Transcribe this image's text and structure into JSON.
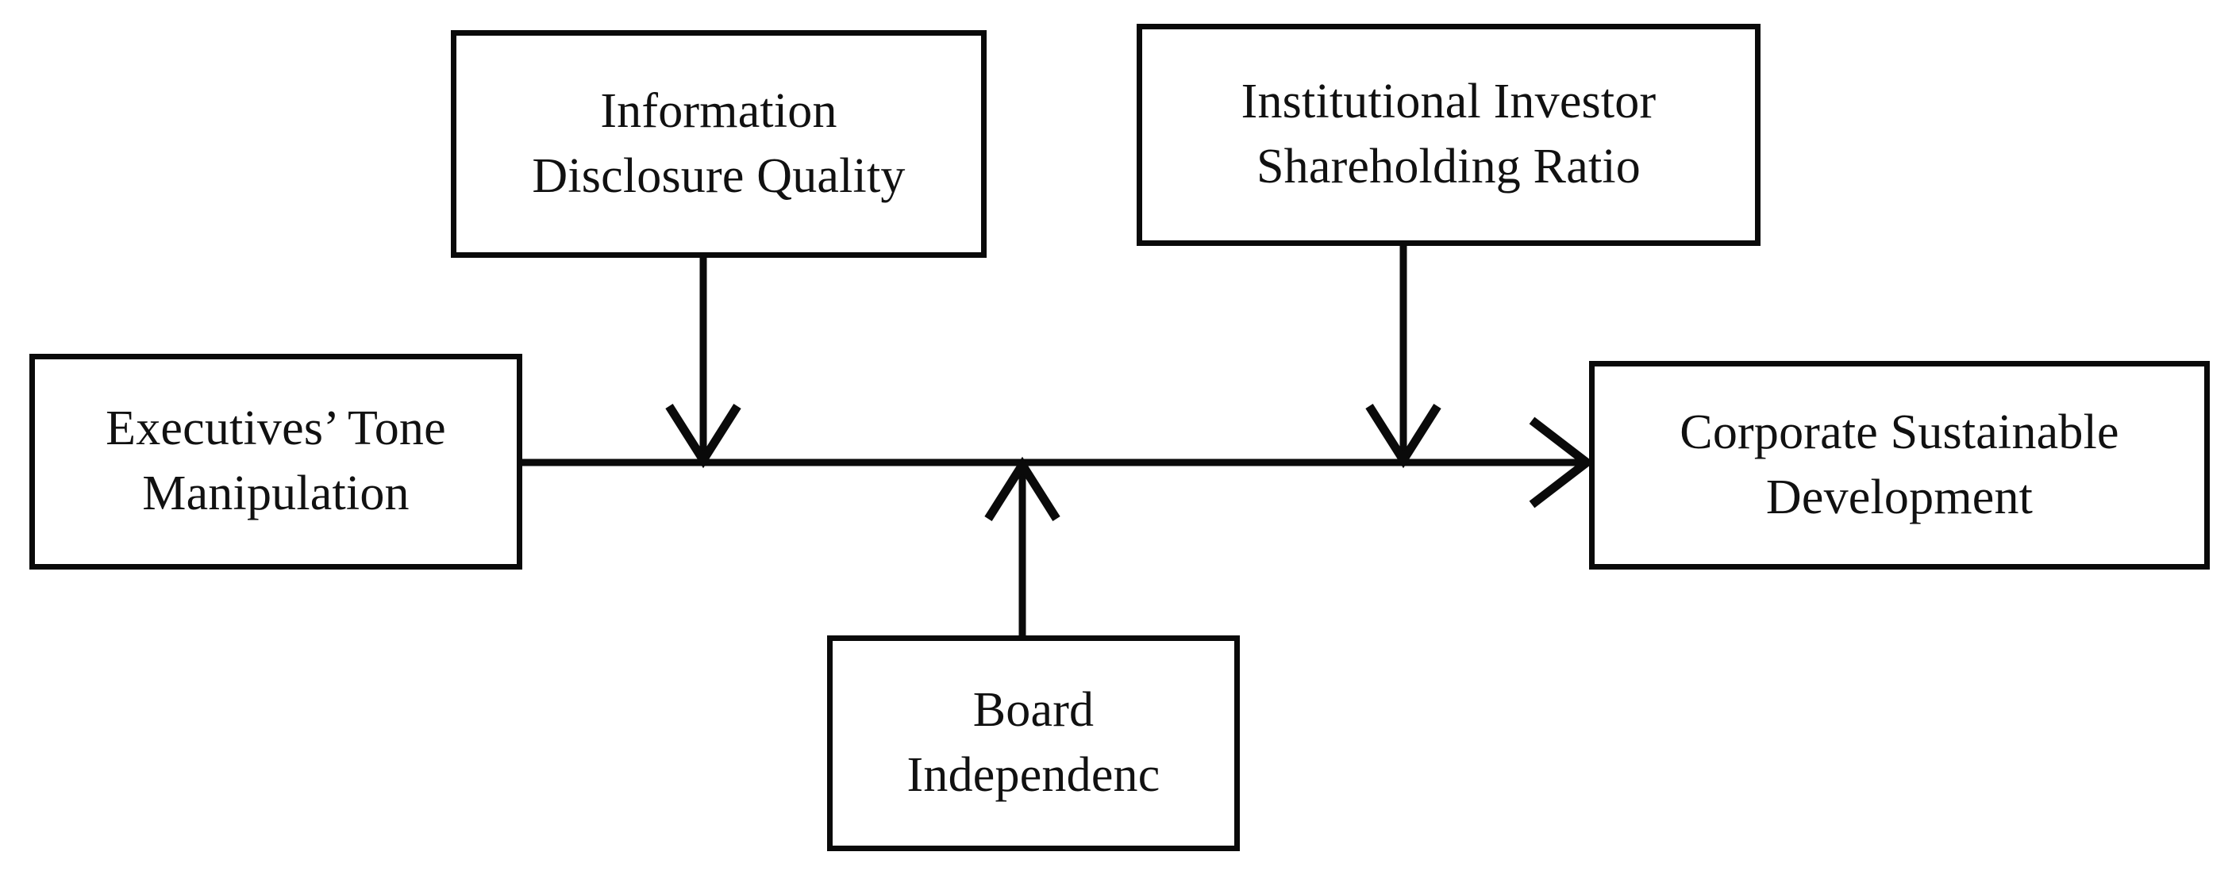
{
  "diagram": {
    "type": "conceptual-research-model",
    "background_color": "#ffffff",
    "line_color": "#0a0a0a",
    "text_color": "#111111",
    "nodes": [
      {
        "id": "executives-tone-manipulation",
        "role": "independent-variable",
        "lines": [
          "Executives’ Tone",
          "Manipulation"
        ]
      },
      {
        "id": "information-disclosure-quality",
        "role": "mediator-or-moderator",
        "lines": [
          "Information",
          "Disclosure Quality"
        ]
      },
      {
        "id": "institutional-investor-shareholding-ratio",
        "role": "mediator-or-moderator",
        "lines": [
          "Institutional Investor",
          "Shareholding Ratio"
        ]
      },
      {
        "id": "board-independence",
        "role": "mediator-or-moderator",
        "lines": [
          "Board",
          "Independenc"
        ]
      },
      {
        "id": "corporate-sustainable-development",
        "role": "dependent-variable",
        "lines": [
          "Corporate Sustainable",
          "Development"
        ]
      }
    ],
    "edges": [
      {
        "id": "main-path",
        "from": "executives-tone-manipulation",
        "to": "corporate-sustainable-development",
        "direction": "left-to-right",
        "arrowhead": "open-v"
      },
      {
        "id": "information-disclosure-quality-to-main-path",
        "from": "information-disclosure-quality",
        "to": "main-path",
        "direction": "downward",
        "arrowhead": "open-v"
      },
      {
        "id": "institutional-investor-shareholding-ratio-to-main-path",
        "from": "institutional-investor-shareholding-ratio",
        "to": "main-path",
        "direction": "downward",
        "arrowhead": "open-v"
      },
      {
        "id": "board-independence-to-main-path",
        "from": "board-independence",
        "to": "main-path",
        "direction": "upward",
        "arrowhead": "open-v"
      }
    ]
  }
}
